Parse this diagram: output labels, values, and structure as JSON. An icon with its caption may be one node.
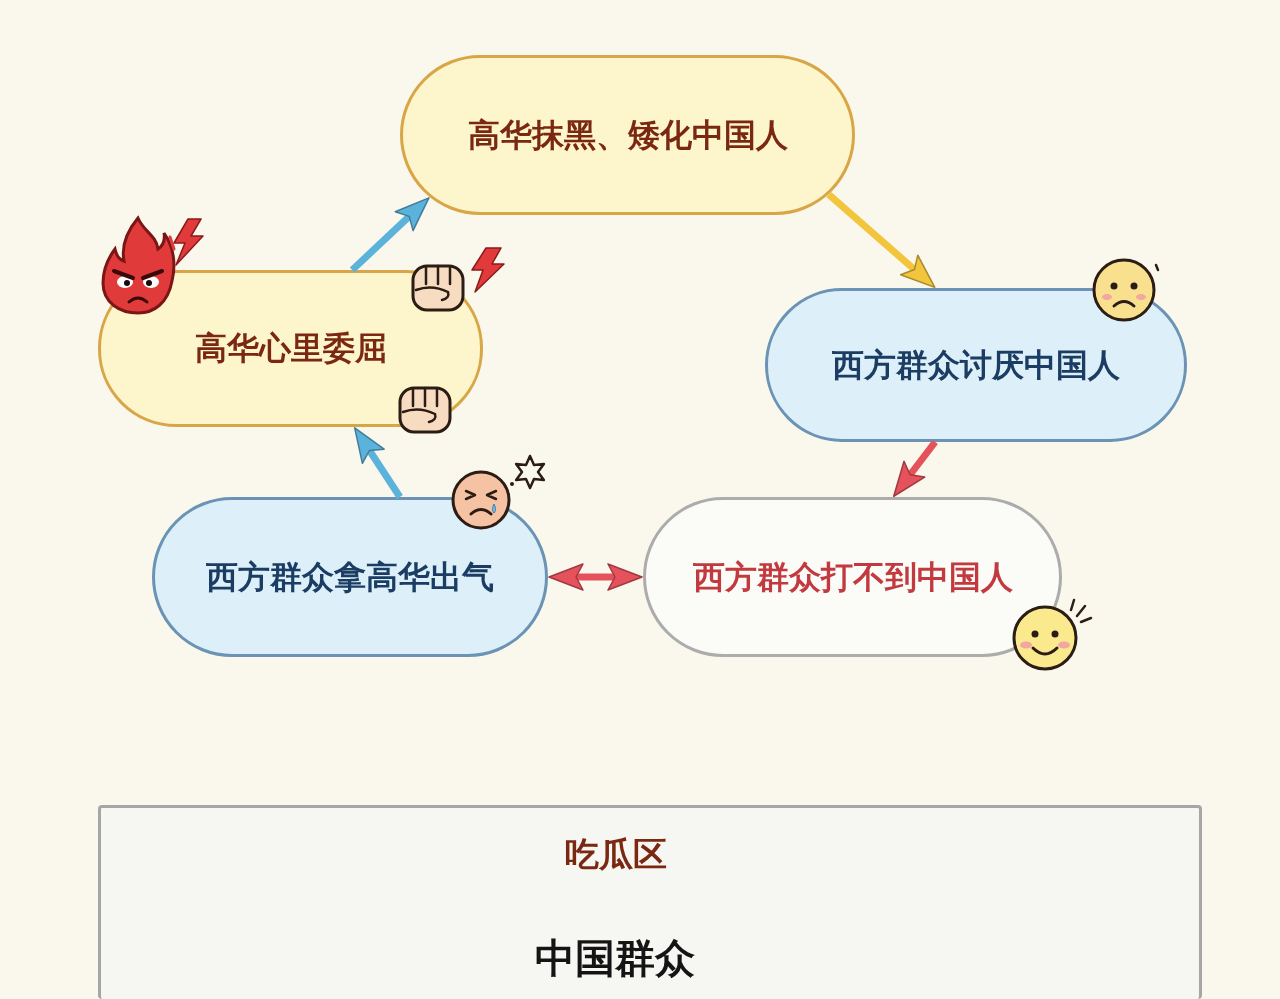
{
  "diagram": {
    "nodes": [
      {
        "text": [
          "高华抹黑、矮化中国人"
        ]
      },
      {
        "text": [
          "高华心里委屈"
        ]
      },
      {
        "text": [
          "西方群众讨厌中国人"
        ]
      },
      {
        "text": [
          "西方群众拿高华出气"
        ]
      },
      {
        "text": [
          "西方群众打不到中国人"
        ]
      },
      {
        "text": [
          "吃瓜区",
          "中国群众"
        ]
      }
    ],
    "edges": [
      {
        "from": 1,
        "to": 0,
        "arrow": "to",
        "color": "#5bb3dc"
      },
      {
        "from": 0,
        "to": 2,
        "arrow": "to",
        "color": "#f2c53d"
      },
      {
        "from": 2,
        "to": 4,
        "arrow": "to",
        "color": "#e5525c"
      },
      {
        "from": 3,
        "to": 4,
        "arrow": "both",
        "color": "#e5525c"
      },
      {
        "from": 3,
        "to": 1,
        "arrow": "to",
        "color": "#5bb3dc"
      }
    ]
  }
}
